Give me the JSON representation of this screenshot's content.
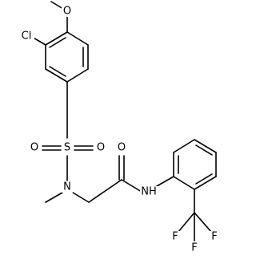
{
  "structure": {
    "atoms": {
      "O_methoxy": "O",
      "Cl": "Cl",
      "S": "S",
      "O_sulfonyl_left": "O",
      "O_sulfonyl_right": "O",
      "N_sulfonamide": "N",
      "O_carbonyl": "O",
      "NH_amide": "NH",
      "F_1": "F",
      "F_2": "F",
      "F_3": "F"
    }
  }
}
